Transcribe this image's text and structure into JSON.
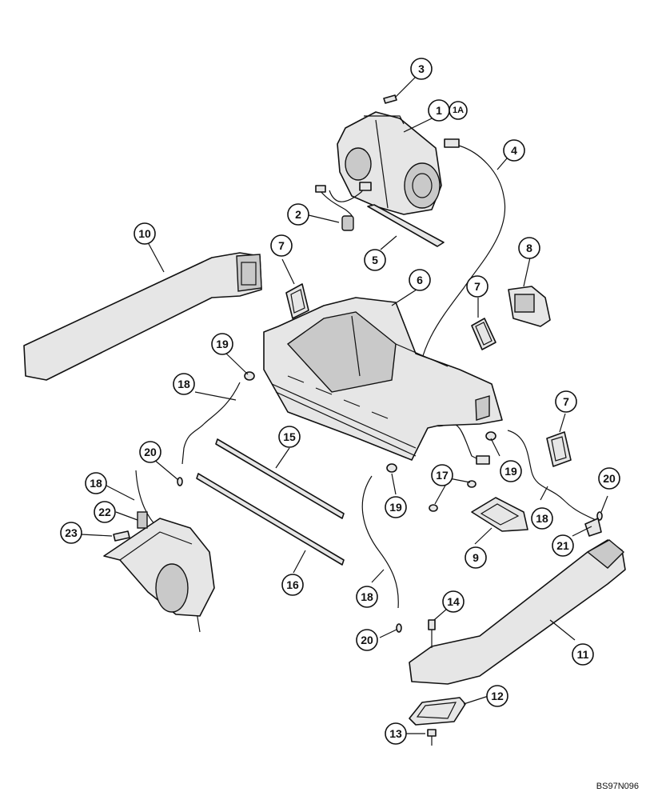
{
  "diagram": {
    "reference_code": "BS97N096",
    "callouts": {
      "c1": "1",
      "c1a": "1A",
      "c2": "2",
      "c3": "3",
      "c4": "4",
      "c5": "5",
      "c6": "6",
      "c7a": "7",
      "c7b": "7",
      "c7c": "7",
      "c8": "8",
      "c9": "9",
      "c10": "10",
      "c11": "11",
      "c12": "12",
      "c13": "13",
      "c14": "14",
      "c15": "15",
      "c16": "16",
      "c17": "17",
      "c18a": "18",
      "c18b": "18",
      "c18c": "18",
      "c18d": "18",
      "c19a": "19",
      "c19b": "19",
      "c19c": "19",
      "c20a": "20",
      "c20b": "20",
      "c20c": "20",
      "c21": "21",
      "c22": "22",
      "c23": "23"
    }
  }
}
